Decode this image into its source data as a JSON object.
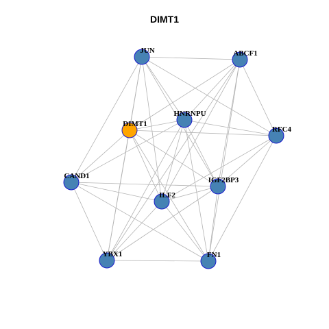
{
  "title": "DIMT1",
  "colors": {
    "hub": "#ffa500",
    "node": "#4682b4",
    "node_border": "#0000cd",
    "edge": "#b3b3b3"
  },
  "network": {
    "nodes": [
      {
        "id": "JUN",
        "label": "JUN",
        "hub": false
      },
      {
        "id": "ABCF1",
        "label": "ABCF1",
        "hub": false
      },
      {
        "id": "HNRNPU",
        "label": "HNRNPU",
        "hub": false
      },
      {
        "id": "DIMT1",
        "label": "DIMT1",
        "hub": true
      },
      {
        "id": "RFC4",
        "label": "RFC4",
        "hub": false
      },
      {
        "id": "CAND1",
        "label": "CAND1",
        "hub": false
      },
      {
        "id": "IGF2BP3",
        "label": "IGF2BP3",
        "hub": false
      },
      {
        "id": "ILF2",
        "label": "ILF2",
        "hub": false
      },
      {
        "id": "YBX1",
        "label": "YBX1",
        "hub": false
      },
      {
        "id": "FN1",
        "label": "FN1",
        "hub": false
      }
    ],
    "edges": [
      [
        "JUN",
        "ABCF1"
      ],
      [
        "JUN",
        "RFC4"
      ],
      [
        "JUN",
        "IGF2BP3"
      ],
      [
        "JUN",
        "ILF2"
      ],
      [
        "JUN",
        "YBX1"
      ],
      [
        "JUN",
        "CAND1"
      ],
      [
        "JUN",
        "HNRNPU"
      ],
      [
        "JUN",
        "DIMT1"
      ],
      [
        "ABCF1",
        "HNRNPU"
      ],
      [
        "ABCF1",
        "RFC4"
      ],
      [
        "ABCF1",
        "DIMT1"
      ],
      [
        "ABCF1",
        "IGF2BP3"
      ],
      [
        "ABCF1",
        "ILF2"
      ],
      [
        "ABCF1",
        "FN1"
      ],
      [
        "ABCF1",
        "YBX1"
      ],
      [
        "HNRNPU",
        "DIMT1"
      ],
      [
        "HNRNPU",
        "IGF2BP3"
      ],
      [
        "HNRNPU",
        "ILF2"
      ],
      [
        "HNRNPU",
        "FN1"
      ],
      [
        "HNRNPU",
        "CAND1"
      ],
      [
        "HNRNPU",
        "YBX1"
      ],
      [
        "HNRNPU",
        "RFC4"
      ],
      [
        "DIMT1",
        "RFC4"
      ],
      [
        "DIMT1",
        "ILF2"
      ],
      [
        "DIMT1",
        "YBX1"
      ],
      [
        "DIMT1",
        "CAND1"
      ],
      [
        "DIMT1",
        "IGF2BP3"
      ],
      [
        "DIMT1",
        "FN1"
      ],
      [
        "RFC4",
        "IGF2BP3"
      ],
      [
        "RFC4",
        "ILF2"
      ],
      [
        "RFC4",
        "FN1"
      ],
      [
        "CAND1",
        "IGF2BP3"
      ],
      [
        "CAND1",
        "ILF2"
      ],
      [
        "CAND1",
        "YBX1"
      ],
      [
        "CAND1",
        "FN1"
      ],
      [
        "IGF2BP3",
        "ILF2"
      ],
      [
        "IGF2BP3",
        "YBX1"
      ],
      [
        "IGF2BP3",
        "FN1"
      ],
      [
        "ILF2",
        "YBX1"
      ],
      [
        "ILF2",
        "FN1"
      ],
      [
        "YBX1",
        "FN1"
      ]
    ]
  }
}
